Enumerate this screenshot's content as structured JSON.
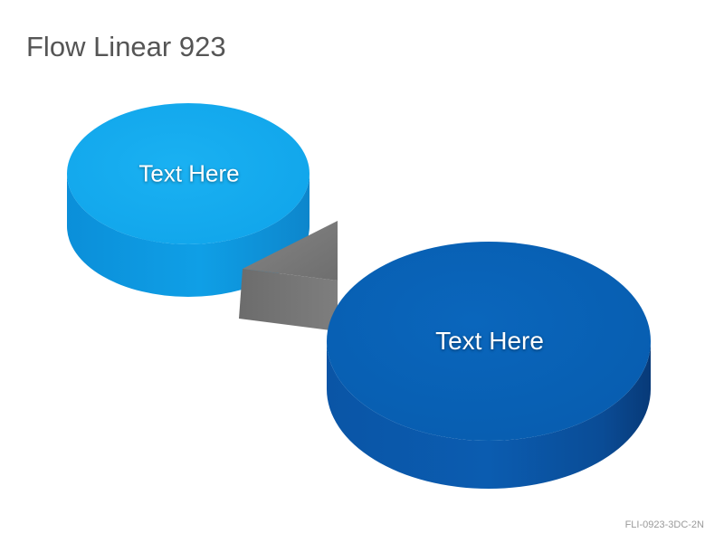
{
  "title": "Flow Linear 923",
  "nodes": [
    {
      "label": "Text Here",
      "color": "#12A8EC",
      "side_color": "#0A8ED8"
    },
    {
      "label": "Text Here",
      "color": "#0860B3",
      "side_color": "#0A55A6"
    }
  ],
  "connector": {
    "shape": "wedge",
    "color": "#7A7A7A"
  },
  "slide_code": "FLI-0923-3DC-2N"
}
